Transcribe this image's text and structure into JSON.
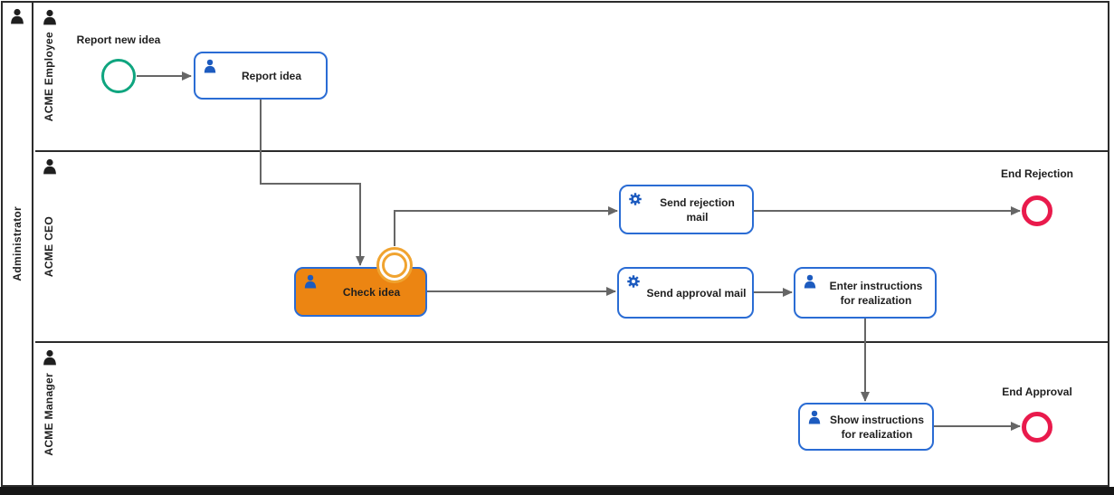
{
  "pool": {
    "label": "Administrator"
  },
  "lanes": [
    {
      "label": "ACME Employee"
    },
    {
      "label": "ACME CEO"
    },
    {
      "label": "ACME Manager"
    }
  ],
  "nodes": {
    "start_event": {
      "type": "start-event",
      "label": "Report new idea"
    },
    "task_report_idea": {
      "type": "user-task",
      "label": "Report idea"
    },
    "task_check_idea": {
      "type": "user-task",
      "label": "Check idea",
      "state": "highlighted"
    },
    "boundary_event": {
      "type": "boundary-event",
      "attached_to": "task_check_idea"
    },
    "task_send_rejection_mail": {
      "type": "service-task",
      "label": "Send rejection mail"
    },
    "task_send_approval_mail": {
      "type": "service-task",
      "label": "Send approval mail"
    },
    "task_enter_instructions": {
      "type": "user-task",
      "label": "Enter instructions for realization"
    },
    "task_show_instructions": {
      "type": "user-task",
      "label": "Show instructions for realization"
    },
    "end_rejection": {
      "type": "end-event",
      "label": "End Rejection"
    },
    "end_approval": {
      "type": "end-event",
      "label": "End Approval"
    }
  },
  "flows": [
    {
      "from": "start_event",
      "to": "task_report_idea"
    },
    {
      "from": "task_report_idea",
      "to": "task_check_idea"
    },
    {
      "from": "boundary_event",
      "to": "task_send_rejection_mail"
    },
    {
      "from": "task_send_rejection_mail",
      "to": "end_rejection"
    },
    {
      "from": "task_check_idea",
      "to": "task_send_approval_mail"
    },
    {
      "from": "task_send_approval_mail",
      "to": "task_enter_instructions"
    },
    {
      "from": "task_enter_instructions",
      "to": "task_show_instructions"
    },
    {
      "from": "task_show_instructions",
      "to": "end_approval"
    }
  ],
  "colors": {
    "frame": "#2b2b2b",
    "task_border": "#2a6cd4",
    "task_icon": "#1d5bbf",
    "highlight_fill": "#ec8512",
    "boundary_ring": "#f0a32f",
    "start_event": "#0fa57f",
    "end_event": "#e91a4c",
    "connector": "#666666",
    "text": "#1f1f1f"
  }
}
